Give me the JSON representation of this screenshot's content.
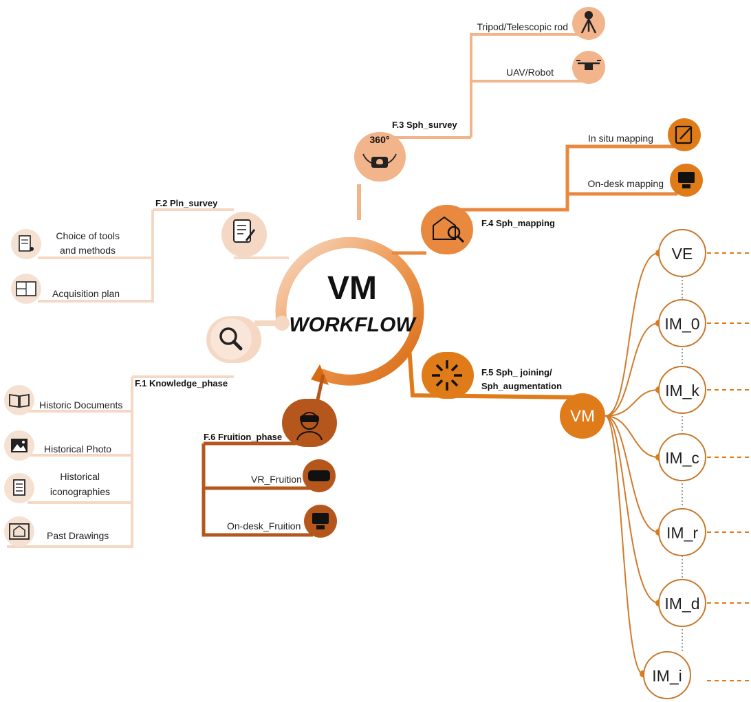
{
  "center": {
    "title": "VM",
    "subtitle": "WORKFLOW"
  },
  "f1": {
    "label": "F.1 Knowledge_phase",
    "items": [
      "Historic Documents",
      "Historical Photo",
      "Historical",
      "iconographies",
      "Past Drawings"
    ]
  },
  "f2": {
    "label": "F.2 Pln_survey",
    "items": [
      "Choice of tools",
      "and methods",
      "Acquisition plan"
    ]
  },
  "f3": {
    "label": "F.3 Sph_survey",
    "icon_text": "360°",
    "items": [
      "Tripod/Telescopic rod",
      "UAV/Robot"
    ]
  },
  "f4": {
    "label": "F.4 Sph_mapping",
    "items": [
      "In situ mapping",
      "On-desk mapping"
    ]
  },
  "f5": {
    "label_line1": "F.5 Sph_ joining/",
    "label_line2": "Sph_augmentation",
    "hub": "VM",
    "nodes": [
      "VE",
      "IM_0",
      "IM_k",
      "IM_c",
      "IM_r",
      "IM_d",
      "IM_i"
    ]
  },
  "f6": {
    "label": "F.6 Fruition_phase",
    "items": [
      "VR_Fruition",
      "On-desk_Fruition"
    ]
  },
  "colors": {
    "pale": "#f5d8c3",
    "pale_stroke": "#f0c6a8",
    "light": "#f2b48b",
    "mid": "#e9893f",
    "orange": "#e07b1a",
    "dark": "#b5571c",
    "node_stroke": "#c8782a"
  }
}
